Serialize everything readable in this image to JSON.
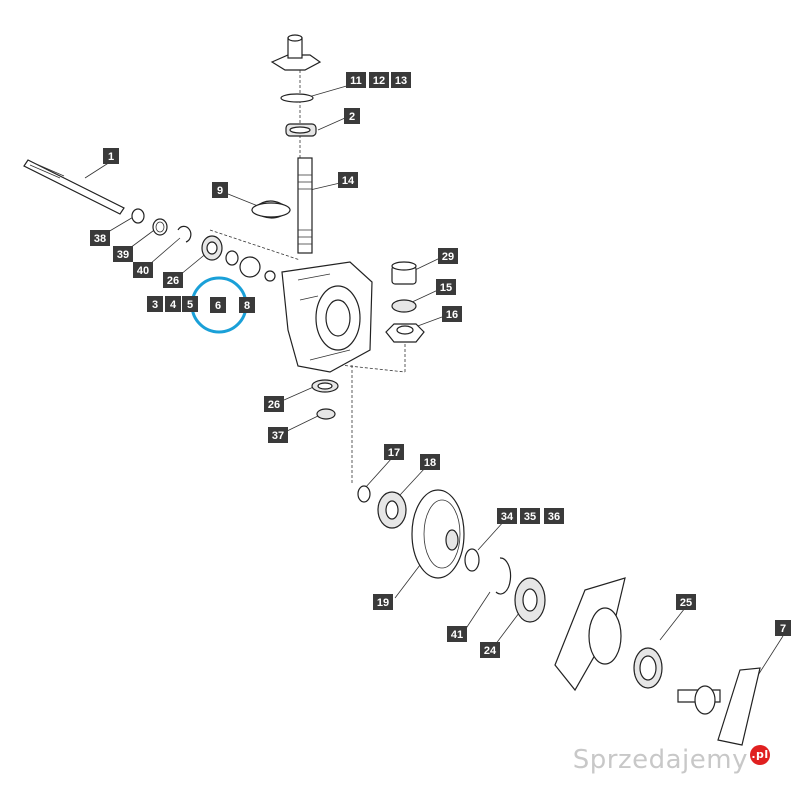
{
  "labels": {
    "l1": "1",
    "l2": "2",
    "l3": "3",
    "l4": "4",
    "l5": "5",
    "l6": "6",
    "l7": "7",
    "l8": "8",
    "l9": "9",
    "l11": "11",
    "l12": "12",
    "l13": "13",
    "l14": "14",
    "l15": "15",
    "l16": "16",
    "l17": "17",
    "l18": "18",
    "l19": "19",
    "l24": "24",
    "l25": "25",
    "l26a": "26",
    "l26b": "26",
    "l29": "29",
    "l34": "34",
    "l35": "35",
    "l36": "36",
    "l37": "37",
    "l38": "38",
    "l39": "39",
    "l40": "40",
    "l41": "41"
  },
  "highlight": {
    "color": "#1aa0d8",
    "target": "6"
  },
  "watermark": {
    "text": "Sprzedajemy",
    "badge": ".pl",
    "badge_color": "#e02020"
  }
}
